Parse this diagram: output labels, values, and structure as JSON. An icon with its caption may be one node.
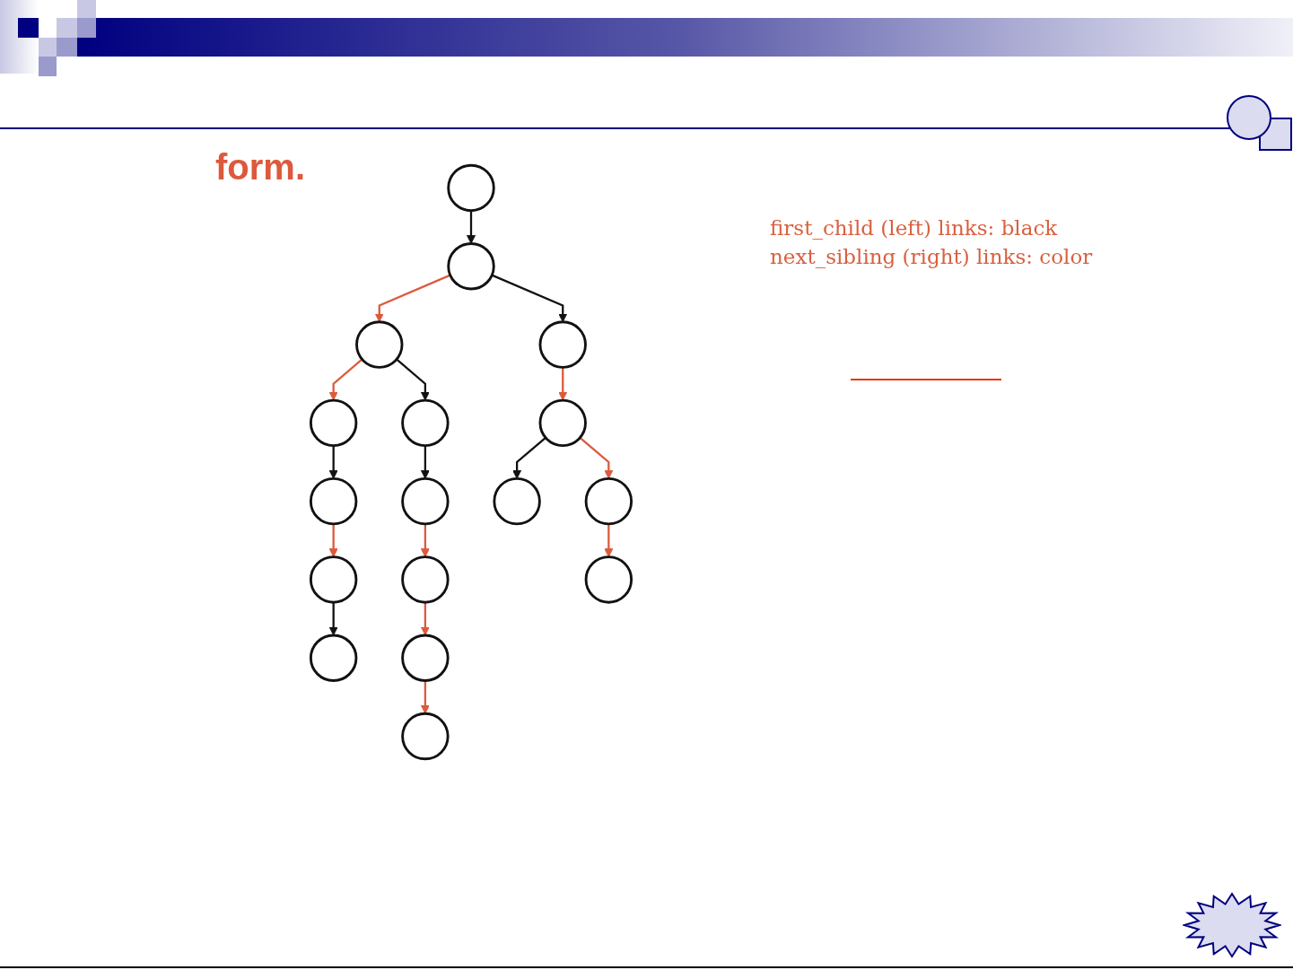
{
  "diagram": {
    "nodes": [
      {
        "text": [],
        "shape": "circle"
      },
      {
        "text": [],
        "shape": "circle"
      },
      {
        "text": [],
        "shape": "circle"
      },
      {
        "text": [],
        "shape": "circle"
      },
      {
        "text": [],
        "shape": "circle"
      },
      {
        "text": [],
        "shape": "circle"
      },
      {
        "text": [],
        "shape": "circle"
      },
      {
        "text": [],
        "shape": "circle"
      },
      {
        "text": [],
        "shape": "circle"
      },
      {
        "text": [],
        "shape": "circle"
      },
      {
        "text": [],
        "shape": "circle"
      },
      {
        "text": [],
        "shape": "circle"
      },
      {
        "text": [],
        "shape": "circle"
      },
      {
        "text": [],
        "shape": "circle"
      },
      {
        "text": [],
        "shape": "circle"
      },
      {
        "text": [],
        "shape": "circle"
      },
      {
        "text": [],
        "shape": "circle"
      }
    ],
    "edges": [
      {
        "from": 0,
        "to": 1,
        "arrow": "to",
        "color": "#111111"
      },
      {
        "from": 1,
        "to": 6,
        "arrow": "to",
        "color": "#111111"
      },
      {
        "from": 1,
        "to": 2,
        "arrow": "to",
        "color": "#dc5a3c"
      },
      {
        "from": 2,
        "to": 3,
        "arrow": "to",
        "color": "#111111"
      },
      {
        "from": 2,
        "to": 4,
        "arrow": "to",
        "color": "#dc5a3c"
      },
      {
        "from": 3,
        "to": 7,
        "arrow": "to",
        "color": "#111111"
      },
      {
        "from": 4,
        "to": 5,
        "arrow": "to",
        "color": "#111111"
      },
      {
        "from": 5,
        "to": 8,
        "arrow": "to",
        "color": "#dc5a3c"
      },
      {
        "from": 6,
        "to": 9,
        "arrow": "to",
        "color": "#dc5a3c"
      },
      {
        "from": 7,
        "to": 10,
        "arrow": "to",
        "color": "#dc5a3c"
      },
      {
        "from": 8,
        "to": 11,
        "arrow": "to",
        "color": "#111111"
      },
      {
        "from": 9,
        "to": 12,
        "arrow": "to",
        "color": "#111111"
      },
      {
        "from": 9,
        "to": 13,
        "arrow": "to",
        "color": "#dc5a3c"
      },
      {
        "from": 10,
        "to": 14,
        "arrow": "to",
        "color": "#dc5a3c"
      },
      {
        "from": 13,
        "to": 15,
        "arrow": "to",
        "color": "#dc5a3c"
      },
      {
        "from": 14,
        "to": 16,
        "arrow": "to",
        "color": "#dc5a3c"
      }
    ],
    "labels": [
      "form.",
      "first_child (left) links: black",
      "next_sibling (right) links: color"
    ]
  }
}
